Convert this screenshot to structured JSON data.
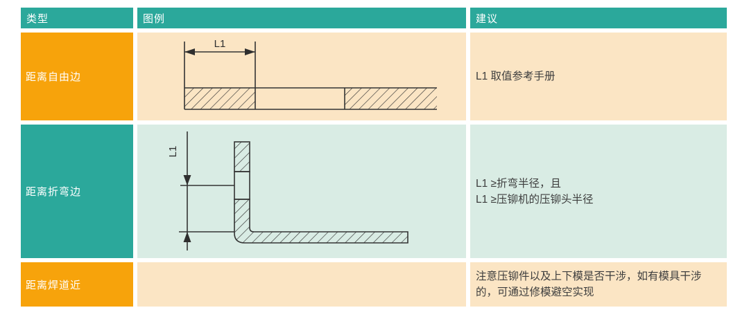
{
  "colors": {
    "header_teal": "#2BA89B",
    "accent_orange": "#F7A30B",
    "row_peach": "#FBE5C4",
    "row_mint": "#D9ECE4",
    "text_dark": "#3E3E3E",
    "text_light": "#FFFFFF",
    "diagram_line": "#333333"
  },
  "table": {
    "header": {
      "type": "类型",
      "legend": "图例",
      "suggestion": "建议"
    },
    "rows": [
      {
        "type": "距离自由边",
        "suggestion_lines": [
          "L1 取值参考手册"
        ]
      },
      {
        "type": "距离折弯边",
        "suggestion_lines": [
          "L1 ≥折弯半径，且",
          "L1 ≥压铆机的压铆头半径"
        ]
      },
      {
        "type": "距离焊道近",
        "suggestion_lines": [
          "注意压铆件以及上下模是否干涉，如有模具干涉的，可通过修模避空实现"
        ]
      }
    ]
  },
  "diagrams": {
    "free_edge": {
      "dim_label": "L1"
    },
    "bend_edge": {
      "dim_label": "L1"
    }
  }
}
